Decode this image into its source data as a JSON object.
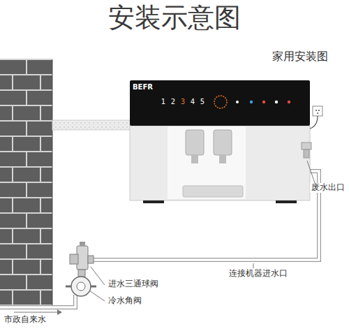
{
  "diagram": {
    "title": "安装示意图",
    "labels": [
      "家用安装图",
      "BEFR",
      "1",
      "2",
      "3",
      "4",
      "5",
      "废水出口",
      "连接机器进水口",
      "进水三通球阀",
      "冷水角阀",
      "市政自来水"
    ]
  }
}
